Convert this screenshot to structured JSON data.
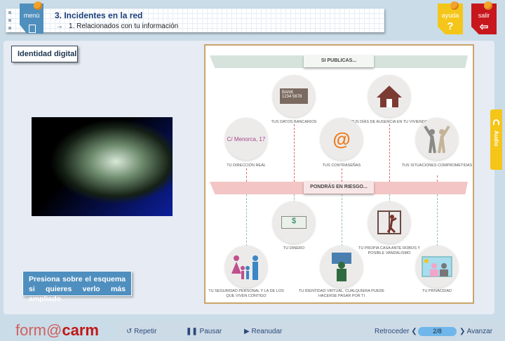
{
  "header": {
    "menu_label": "menú",
    "title": "3. Incidentes en la red",
    "subtitle": "1. Relacionados con tu información",
    "help_label": "ayuda",
    "exit_label": "salir"
  },
  "left": {
    "section_label": "Identidad digital",
    "hint": "Presiona sobre el esquema si quieres verlo más ampliado."
  },
  "audio_label": "Audio",
  "infographic": {
    "top_band": "SI PUBLICAS...",
    "bottom_band": "PONDRÁS EN RIESGO...",
    "bank_text": "BANK",
    "bank_number": "1234 5678",
    "address_text": "C/ Menorca, 17",
    "publish": [
      "TUS DATOS BANCARIOS",
      "TUS DÍAS DE AUSENCIA EN TU VIVIENDA",
      "TU DIRECCIÓN REAL",
      "TUS CONTRASEÑAS",
      "TUS SITUACIONES COMPROMETIDAS"
    ],
    "risk": [
      "TU DINERO",
      "TU PROPIA CASA ANTE ROBOS Y POSIBLE VANDALISMO",
      "TU SEGURIDAD PERSONAL Y LA DE LOS QUE VIVEN CONTIGO",
      "TU IDENTIDAD VIRTUAL, CUALQUIERA PUEDE HACERSE PASAR POR TI",
      "TU PRIVACIDAD"
    ]
  },
  "footer": {
    "logo": "formacarm",
    "repeat": "Repetir",
    "pause": "Pausar",
    "resume": "Reanudar",
    "back": "Retroceder",
    "page": "2/8",
    "next": "Avanzar"
  }
}
